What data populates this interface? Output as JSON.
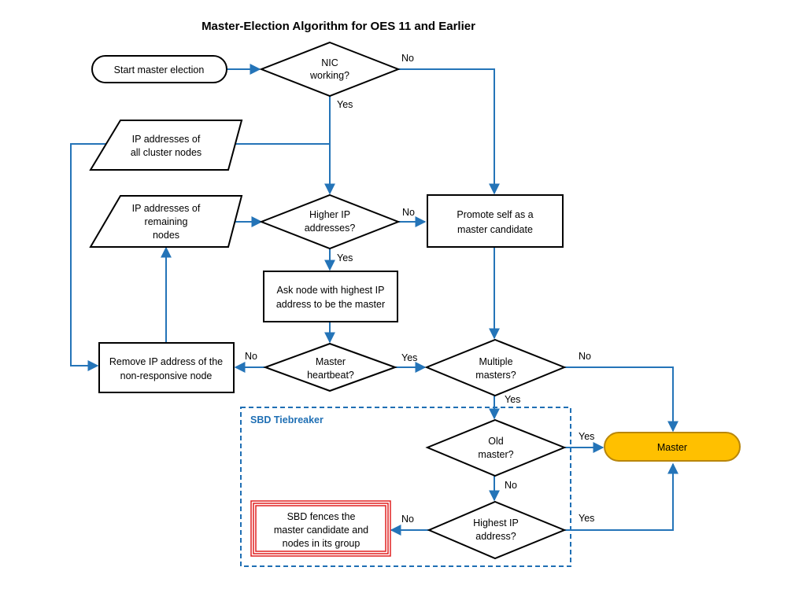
{
  "title": "Master-Election Algorithm for OES 11 and Earlier",
  "group": {
    "label": "SBD Tiebreaker"
  },
  "nodes": {
    "start": {
      "line1": "Start master election"
    },
    "nic": {
      "line1": "NIC",
      "line2": "working?"
    },
    "ip_all": {
      "line1": "IP addresses of",
      "line2": "all cluster nodes"
    },
    "ip_remaining": {
      "line1": "IP addresses of",
      "line2": "remaining",
      "line3": "nodes"
    },
    "higher_ip": {
      "line1": "Higher IP",
      "line2": "addresses?"
    },
    "promote": {
      "line1": "Promote self as a",
      "line2": "master candidate"
    },
    "ask": {
      "line1": "Ask node with highest IP",
      "line2": "address to be the master"
    },
    "remove": {
      "line1": "Remove IP address of the",
      "line2": "non-responsive node"
    },
    "heartbeat": {
      "line1": "Master",
      "line2": "heartbeat?"
    },
    "multiple": {
      "line1": "Multiple",
      "line2": "masters?"
    },
    "old_master": {
      "line1": "Old",
      "line2": "master?"
    },
    "master": {
      "line1": "Master"
    },
    "highest_ip": {
      "line1": "Highest IP",
      "line2": "address?"
    },
    "sbd_fence": {
      "line1": "SBD fences the",
      "line2": "master candidate and",
      "line3": "nodes in its group"
    }
  },
  "edge_labels": {
    "nic_no": "No",
    "nic_yes": "Yes",
    "higher_no": "No",
    "higher_yes": "Yes",
    "heartbeat_no": "No",
    "heartbeat_yes": "Yes",
    "multiple_no": "No",
    "multiple_yes": "Yes",
    "old_yes": "Yes",
    "old_no": "No",
    "highest_no": "No",
    "highest_yes": "Yes"
  },
  "colors": {
    "edge": "#2474b8",
    "group_border": "#1f6fb4",
    "master_fill": "#ffc000",
    "master_stroke": "#b8860b",
    "fence_border": "#e02020"
  }
}
